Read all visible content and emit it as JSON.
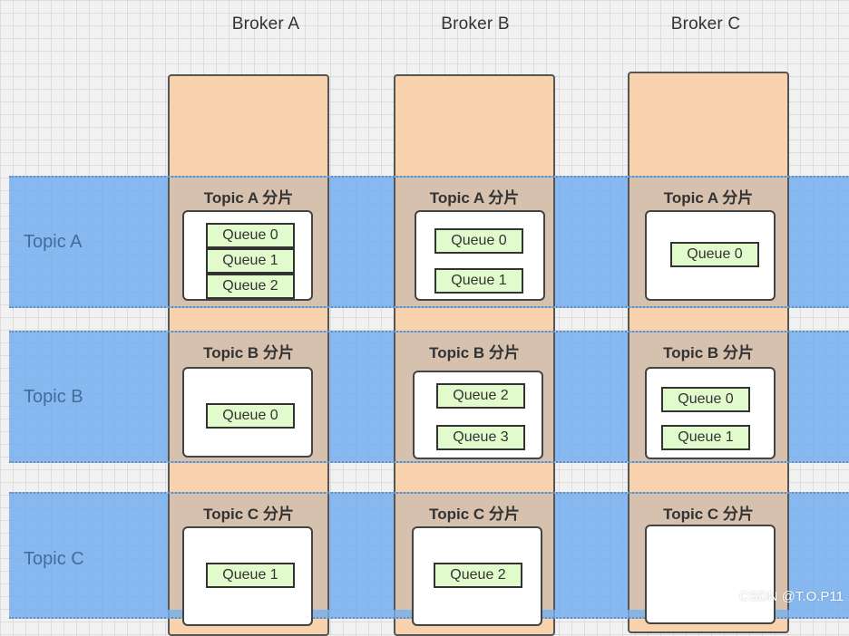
{
  "brokers": [
    "Broker A",
    "Broker B",
    "Broker C"
  ],
  "topics": [
    "Topic A",
    "Topic B",
    "Topic C"
  ],
  "shards": {
    "a": {
      "title": "Topic A 分片",
      "broker_a": [
        "Queue 0",
        "Queue 1",
        "Queue 2"
      ],
      "broker_b": [
        "Queue 0",
        "Queue 1"
      ],
      "broker_c": [
        "Queue 0"
      ]
    },
    "b": {
      "title": "Topic B 分片",
      "broker_a": [
        "Queue 0"
      ],
      "broker_b": [
        "Queue 2",
        "Queue 3"
      ],
      "broker_c": [
        "Queue 0",
        "Queue 1"
      ]
    },
    "c": {
      "title": "Topic C 分片",
      "broker_a": [
        "Queue 1"
      ],
      "broker_b": [
        "Queue 2"
      ],
      "broker_c": []
    }
  },
  "watermark": "CSDN @T.O.P11"
}
